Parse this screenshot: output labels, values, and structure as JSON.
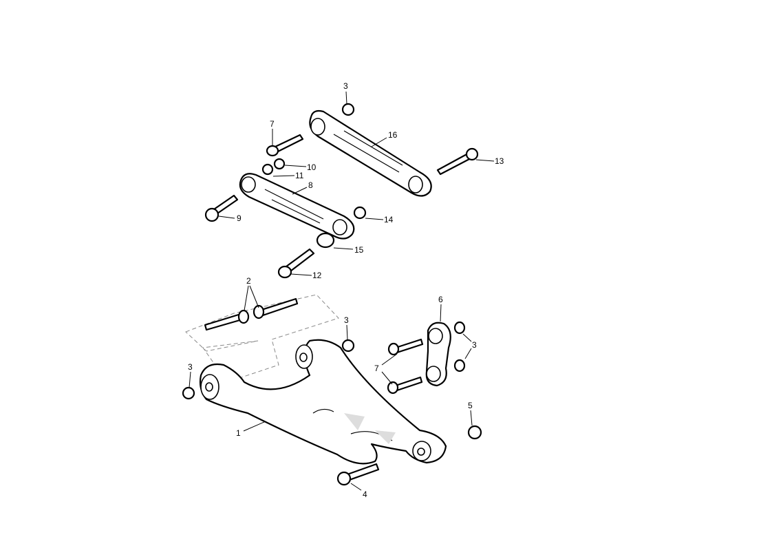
{
  "diagram": {
    "callouts": [
      {
        "id": "c3a",
        "label": "3"
      },
      {
        "id": "c16",
        "label": "16"
      },
      {
        "id": "c7a",
        "label": "7"
      },
      {
        "id": "c10",
        "label": "10"
      },
      {
        "id": "c11",
        "label": "11"
      },
      {
        "id": "c8",
        "label": "8"
      },
      {
        "id": "c9",
        "label": "9"
      },
      {
        "id": "c14",
        "label": "14"
      },
      {
        "id": "c15",
        "label": "15"
      },
      {
        "id": "c12",
        "label": "12"
      },
      {
        "id": "c13",
        "label": "13"
      },
      {
        "id": "c2",
        "label": "2"
      },
      {
        "id": "c3b",
        "label": "3"
      },
      {
        "id": "c6",
        "label": "6"
      },
      {
        "id": "c3c",
        "label": "3"
      },
      {
        "id": "c3d",
        "label": "3"
      },
      {
        "id": "c7b",
        "label": "7"
      },
      {
        "id": "c5",
        "label": "5"
      },
      {
        "id": "c1",
        "label": "1"
      },
      {
        "id": "c4",
        "label": "4"
      }
    ]
  }
}
